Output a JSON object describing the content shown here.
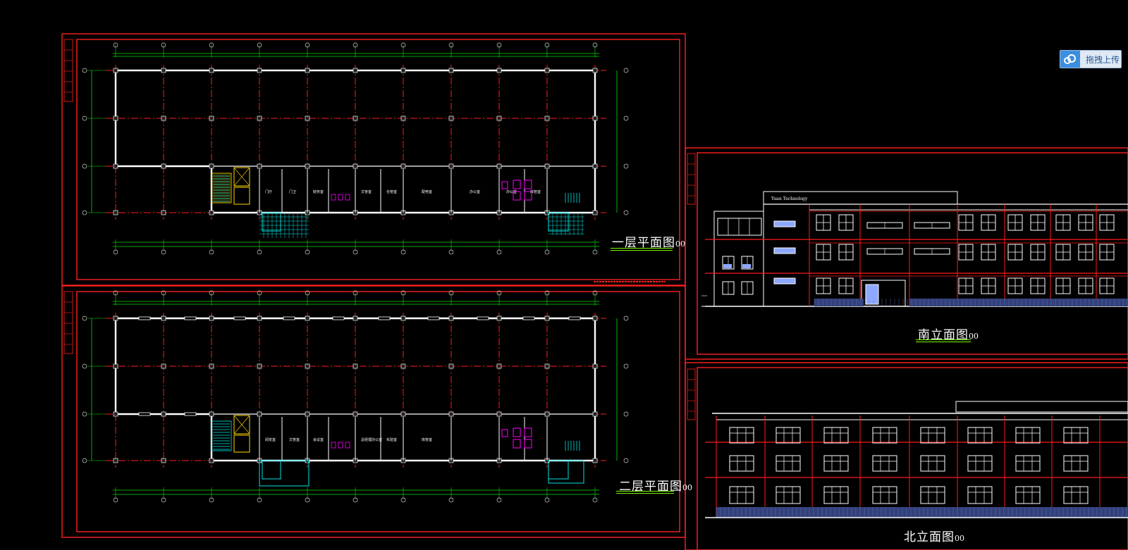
{
  "toolbar": {
    "upload_label": "拖拽上传",
    "upload_icon": "cloud-upload-icon"
  },
  "drawings": {
    "floor1": {
      "title": "一层平面图",
      "scale": "00"
    },
    "floor2": {
      "title": "二层平面图",
      "scale": "00"
    },
    "south": {
      "title": "南立面图",
      "scale": "00",
      "brand": "Yuan Technology"
    },
    "north": {
      "title": "北立面图",
      "scale": "00"
    }
  },
  "rooms_floor1": [
    "门厅",
    "门卫",
    "财务室",
    "文管室",
    "仓管室",
    "配电室",
    "办公室",
    "办公室",
    "库管室"
  ],
  "rooms_floor2": [
    "阅览室",
    "文管室",
    "会议室",
    "总经理办公室",
    "实验室",
    "库管室"
  ],
  "colors": {
    "frame": "#ff2020",
    "dim": "#00e000",
    "grid": "#ff1a1a",
    "wall": "#ffffff",
    "stair": "#00e5e5",
    "fixture": "#ff00ff",
    "window": "#8fa8ff"
  }
}
